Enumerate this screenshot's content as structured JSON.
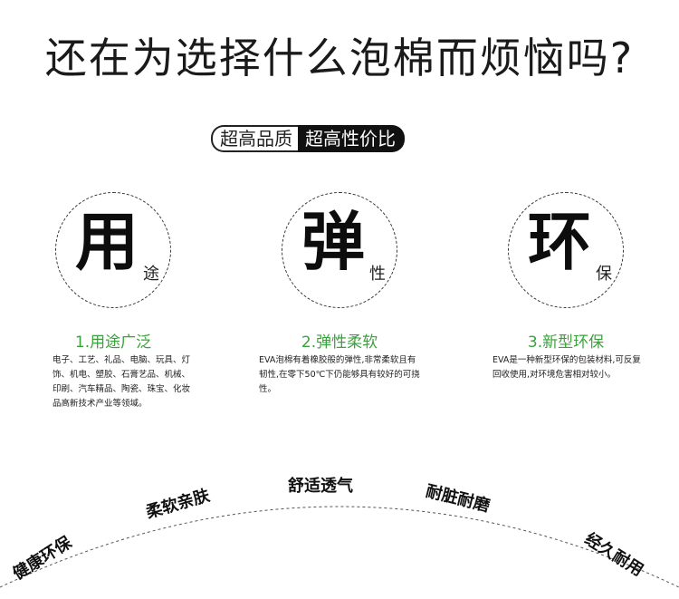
{
  "headline": "还在为选择什么泡棉而烦恼吗?",
  "quality": {
    "outline_text": "超高品质",
    "filled_text": "超高性价比"
  },
  "features": [
    {
      "big": "用",
      "small": "途",
      "title": "1.用途广泛",
      "desc": "电子、工艺、礼品、电脑、玩具、灯饰、机电、塑胶、石膏艺品、机械、印刷、汽车精品、陶瓷、珠宝、化妆品高新技术产业等领域。"
    },
    {
      "big": "弹",
      "small": "性",
      "title": "2.弹性柔软",
      "desc": "EVA泡棉有着橡胶般的弹性,非常柔软且有韧性,在零下50℃下仍能够具有较好的可挠性。"
    },
    {
      "big": "环",
      "small": "保",
      "title": "3.新型环保",
      "desc": "EVA是一种新型环保的包装材料,可反复回收使用,对环境危害相对较小。"
    }
  ],
  "arc_labels": [
    "健康环保",
    "柔软亲肤",
    "舒适透气",
    "耐脏耐磨",
    "经久耐用"
  ],
  "colors": {
    "accent_green": "#3aa23a",
    "text_dark": "#111111"
  }
}
